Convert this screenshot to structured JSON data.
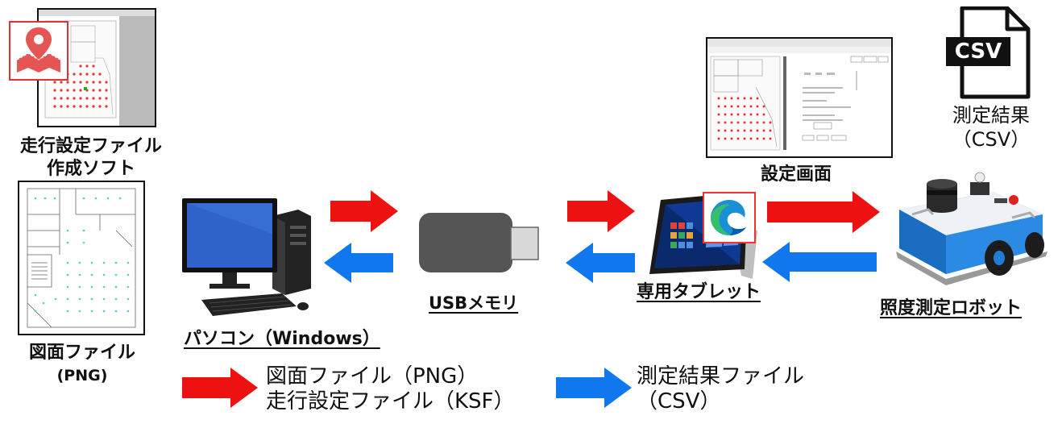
{
  "labels": {
    "route_software": [
      "走行設定ファイル",
      "作成ソフト"
    ],
    "floor_plan": [
      "図面ファイル",
      "(PNG)"
    ],
    "pc": "パソコン（Windows）",
    "usb": "USBメモリ",
    "tablet": "専用タブレット",
    "settings_screen": "設定画面",
    "robot": "照度測定ロボット",
    "result": [
      "測定結果",
      "（CSV）"
    ],
    "csv_icon_text": "CSV"
  },
  "legend": {
    "red_lines": [
      "図面ファイル（PNG）",
      "走行設定ファイル（KSF）"
    ],
    "blue_lines": [
      "測定結果ファイル",
      "（CSV）"
    ]
  },
  "colors": {
    "red": "#ee1111",
    "blue": "#1177ee"
  }
}
